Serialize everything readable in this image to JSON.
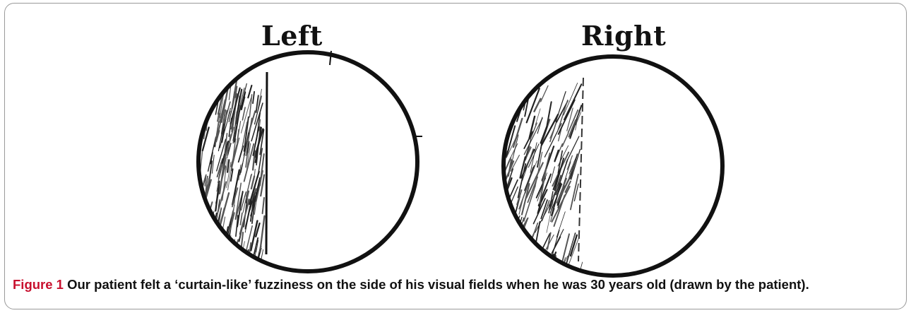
{
  "figure": {
    "panel_left_label": "Left",
    "panel_right_label": "Right",
    "caption_label": "Figure 1",
    "caption_text": " Our patient felt a ‘curtain-like’ fuzziness on the side of his visual fields when he was 30 years old (drawn by the patient).",
    "colors": {
      "caption_label": "#c8102e",
      "ink": "#111111",
      "frame": "#9a9a9a"
    }
  }
}
